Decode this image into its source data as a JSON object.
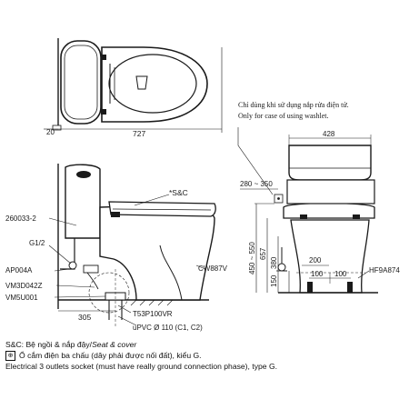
{
  "top_view": {
    "dim_left": "20",
    "dim_length": "727"
  },
  "side_view": {
    "labels": {
      "sc": "*S&C",
      "part_260033": "260033-2",
      "g12": "G1/2",
      "ap004a": "AP004A",
      "vm3d": "VM3D042Z",
      "vm5u": "VM5U001",
      "cw": "CW887V",
      "t53": "T53P100VR",
      "upvc": "uPVC Ø 110 (C1, C2)"
    },
    "dim_305": "305"
  },
  "front_view": {
    "note_vi": "Chỉ dùng khi sử dụng nắp rửa điện tử.",
    "note_en": "Only for case of using washlet.",
    "dim_width": "428",
    "dim_range": "280 ~ 350",
    "dim_height_range": "450 ~ 550",
    "dim_657": "657",
    "dim_380": "380",
    "dim_150": "150",
    "dim_200": "200",
    "dim_100a": "100",
    "dim_100b": "100",
    "hf": "HF9A874"
  },
  "legend": {
    "sc_prefix": "S&C: Bệ ngồi & nắp đậy/",
    "sc_en": "Seat & cover",
    "socket_vi": "Ổ cắm điện ba chấu (dây phải được nối đất), kiểu G.",
    "socket_en": "Electrical 3 outlets socket (must have really ground connection phase), type G."
  }
}
